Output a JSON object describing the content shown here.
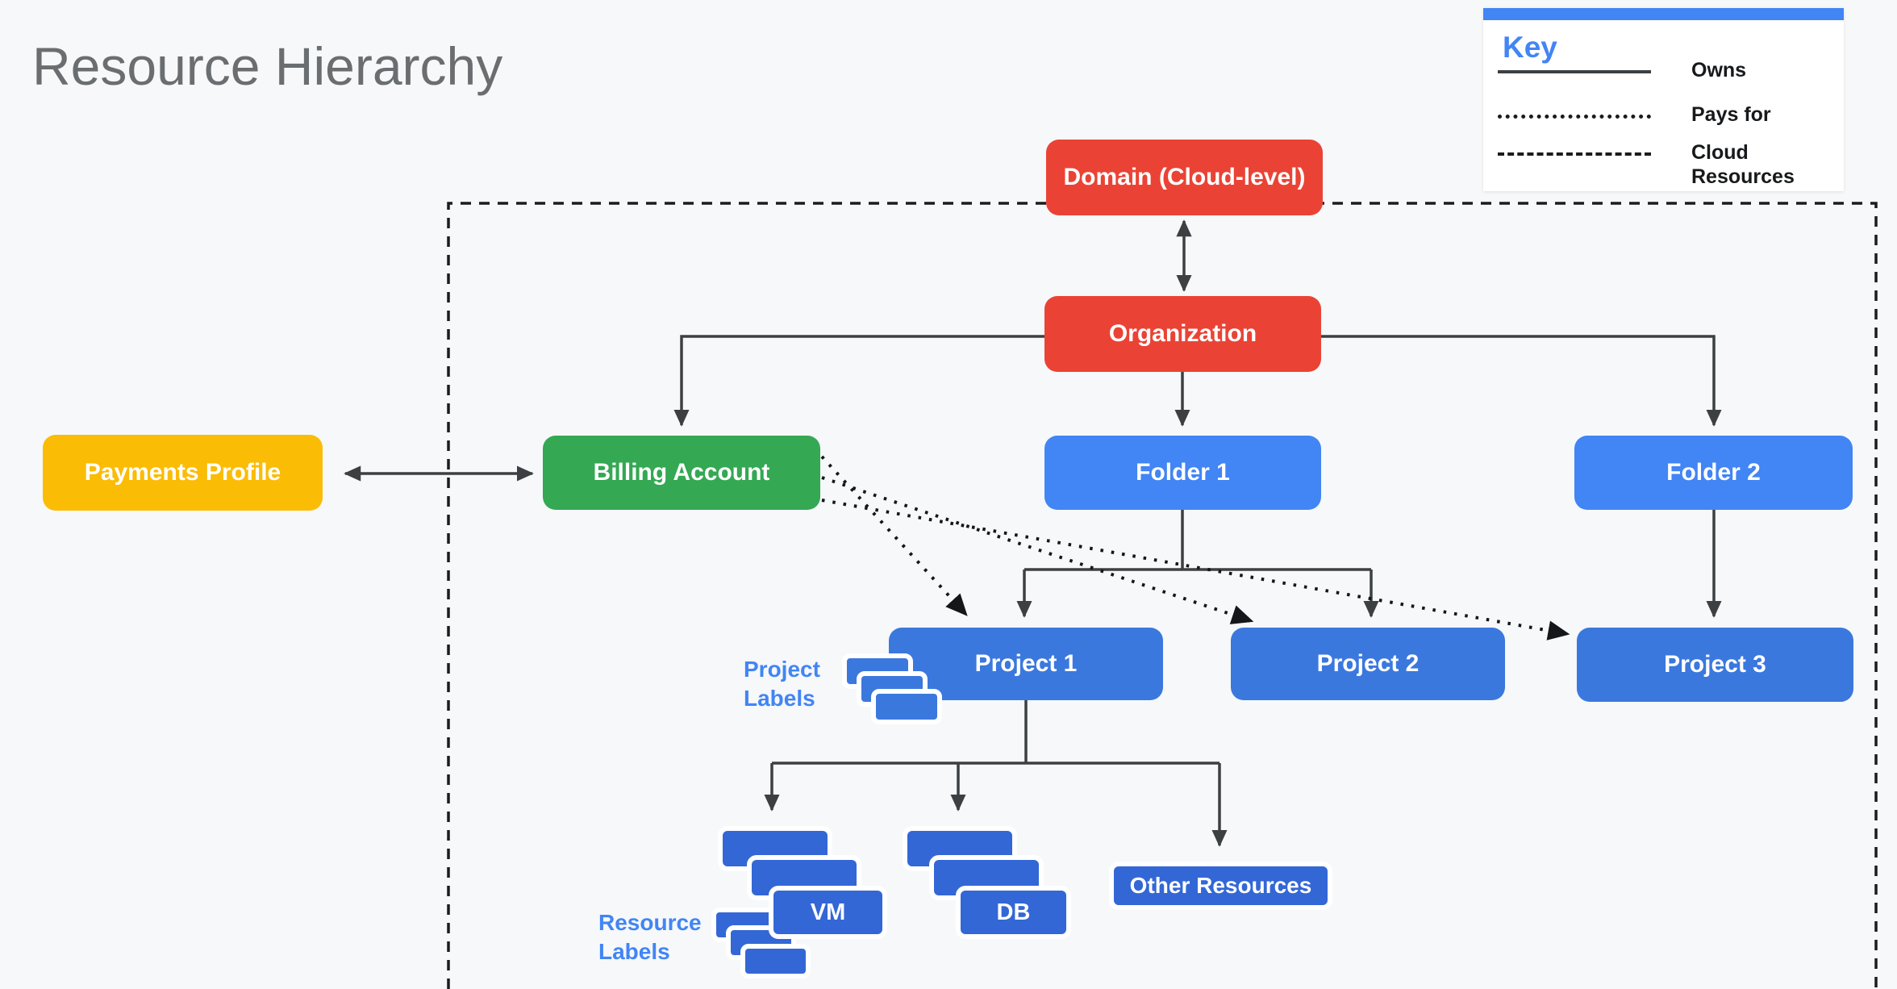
{
  "title": "Resource Hierarchy",
  "key": {
    "title": "Key",
    "entries": [
      {
        "label": "Owns",
        "style": "solid"
      },
      {
        "label": "Pays for",
        "style": "dotted"
      },
      {
        "label": "Cloud Resources",
        "style": "dashed"
      }
    ]
  },
  "nodes": {
    "domain": {
      "label": "Domain (Cloud-level)",
      "color": "#EA4335"
    },
    "organization": {
      "label": "Organization",
      "color": "#EA4335"
    },
    "payments_profile": {
      "label": "Payments Profile",
      "color": "#FBBC05"
    },
    "billing_account": {
      "label": "Billing Account",
      "color": "#34A853"
    },
    "folder1": {
      "label": "Folder 1",
      "color": "#4285F4"
    },
    "folder2": {
      "label": "Folder 2",
      "color": "#4285F4"
    },
    "project1": {
      "label": "Project 1",
      "color": "#3B78DE"
    },
    "project2": {
      "label": "Project 2",
      "color": "#3B78DE"
    },
    "project3": {
      "label": "Project 3",
      "color": "#3B78DE"
    },
    "vm": {
      "label": "VM",
      "color": "#3367D6"
    },
    "db": {
      "label": "DB",
      "color": "#3367D6"
    },
    "other_resources": {
      "label": "Other Resources",
      "color": "#3367D6"
    }
  },
  "annotations": {
    "project_labels": "Project Labels",
    "resource_labels": "Resource Labels"
  },
  "colors": {
    "background": "#F6F8FA",
    "red": "#EA4335",
    "yellow": "#FBBC05",
    "green": "#34A853",
    "folder_blue": "#4285F4",
    "project_blue": "#3B78DE",
    "resource_blue": "#3367D6",
    "annotation_blue": "#4285F4",
    "key_accent": "#4285F4",
    "solid_line": "#3C4043",
    "dashed_line": "#1A1C1E",
    "title_gray": "#6A6E71"
  }
}
